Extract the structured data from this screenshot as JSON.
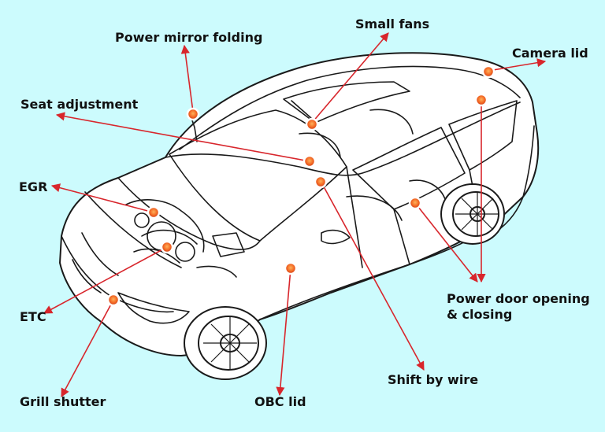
{
  "labels": {
    "power_mirror_folding": "Power mirror folding",
    "small_fans": "Small fans",
    "camera_lid": "Camera lid",
    "seat_adjustment": "Seat adjustment",
    "egr": "EGR",
    "etc": "ETC",
    "grill_shutter": "Grill shutter",
    "obc_lid": "OBC lid",
    "shift_by_wire": "Shift by wire",
    "power_door_line1": "Power door opening",
    "power_door_line2": "& closing"
  },
  "colors": {
    "background": "#ccfbfd",
    "callout_line": "#d8262c",
    "marker_fill": "#f26522",
    "marker_ring": "#ffffff",
    "car_outline": "#1a1a1a",
    "car_body": "#ffffff"
  }
}
